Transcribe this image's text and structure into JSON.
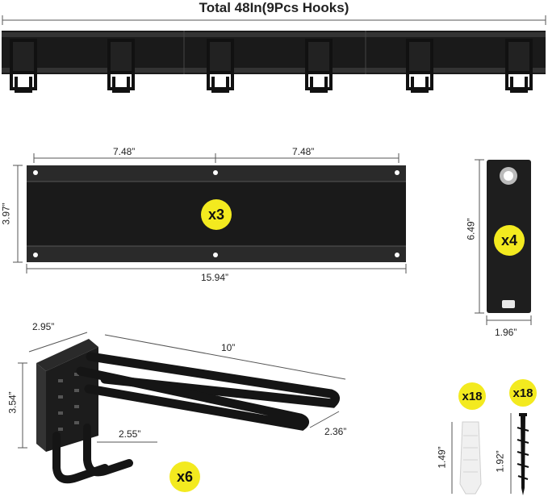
{
  "header": {
    "title": "Total 48In(9Pcs Hooks)"
  },
  "rail": {
    "width_label": "15.94”",
    "height_label": "3.97”",
    "spacing_left_label": "7.48”",
    "spacing_right_label": "7.48”",
    "quantity_label": "x3"
  },
  "strap": {
    "height_label": "6.49”",
    "width_label": "1.96”",
    "quantity_label": "x4"
  },
  "hook": {
    "depth_label": "2.95”",
    "length_label": "10”",
    "height_label": "3.54”",
    "short_length_label": "2.55”",
    "spread_label": "2.36”",
    "quantity_label": "x6"
  },
  "anchor": {
    "quantity_label": "x18",
    "length_label": "1.49”"
  },
  "screw": {
    "quantity_label": "x18",
    "length_label": "1.92”"
  },
  "colors": {
    "badge": "#f3ea1f",
    "metal": "#1c1c1c"
  }
}
